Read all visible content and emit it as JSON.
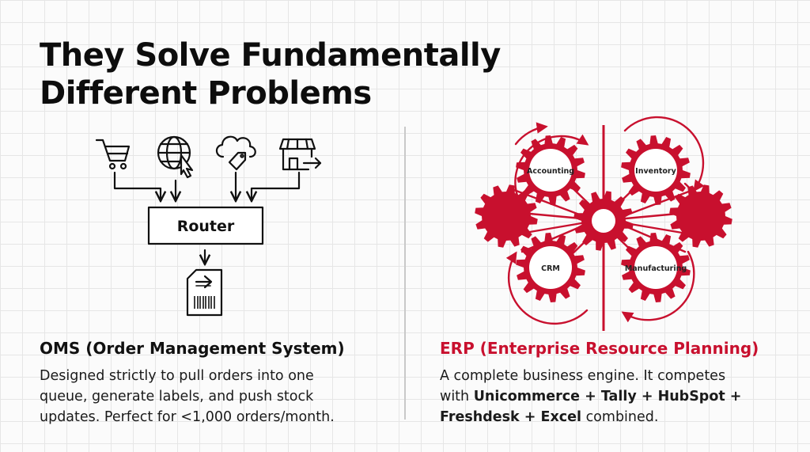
{
  "title": {
    "line1": "They Solve Fundamentally",
    "line2": "Different Problems"
  },
  "oms": {
    "icons": [
      "shopping-cart-icon",
      "globe-cursor-icon",
      "cloud-tag-icon",
      "storefront-export-icon",
      "shipping-label-icon"
    ],
    "router_label": "Router",
    "heading": "OMS (Order Management System)",
    "body": {
      "line1": "Designed strictly to pull orders into one",
      "line2": "queue, generate labels, and push stock",
      "line3": "updates. Perfect for <1,000 orders/month."
    }
  },
  "erp": {
    "gears": {
      "top_left": "Accounting",
      "top_right": "Inventory",
      "bottom_left": "CRM",
      "bottom_right": "Manufacturing"
    },
    "heading": "ERP (Enterprise Resource Planning)",
    "body": {
      "line1": "A complete business engine. It competes",
      "line2_prefix": "with ",
      "line2_bold": "Unicommerce + Tally + HubSpot +",
      "line3_bold": "Freshdesk + Excel",
      "line3_suffix": " combined."
    }
  },
  "colors": {
    "accent": "#c8102e",
    "text": "#111111",
    "divider": "#c9c9c9"
  }
}
